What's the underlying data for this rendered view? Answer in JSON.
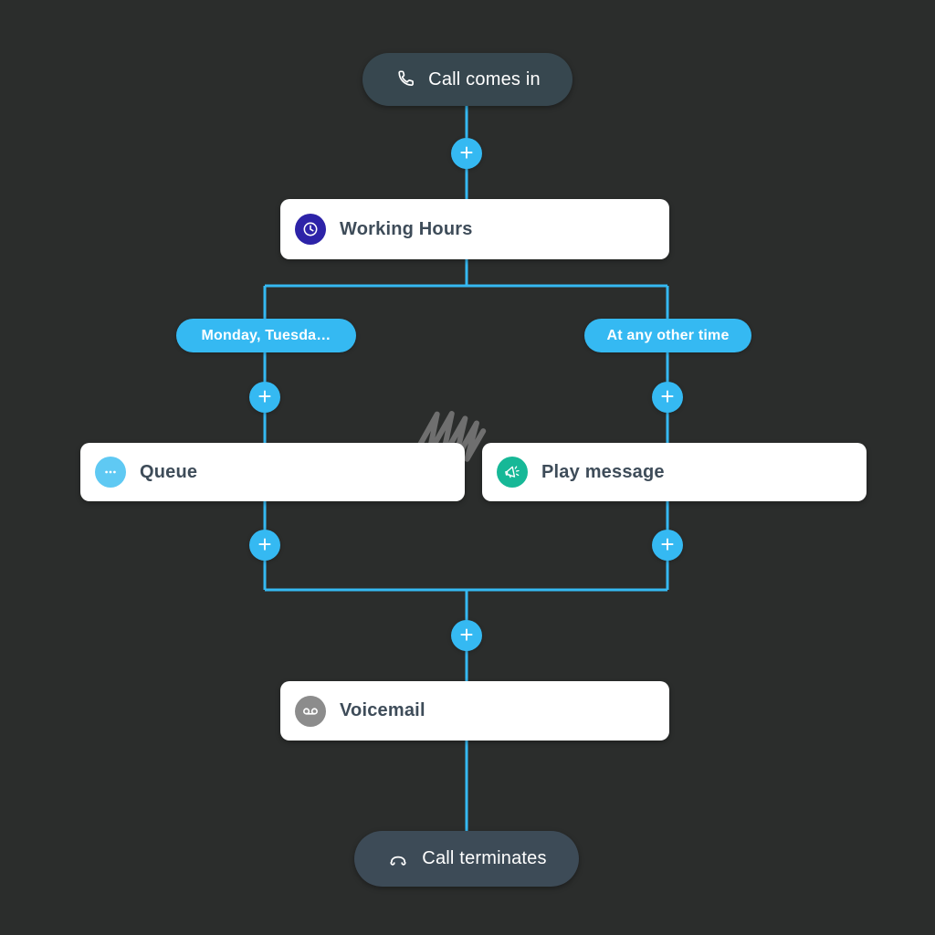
{
  "diagram": {
    "background_color": "#2b2d2c",
    "accent_color": "#35b9f2",
    "endpoint_pill_color": "#37474f",
    "terminate_pill_color": "#3d4b57",
    "card_text_color": "#3e4c59",
    "watermark": "scribble-mark"
  },
  "flow": {
    "start": {
      "label": "Call comes in",
      "icon": "incoming-call-icon"
    },
    "add_step": {
      "label": "+"
    },
    "working_hours": {
      "label": "Working Hours",
      "icon": "clock-icon",
      "icon_color": "#2d23a8"
    },
    "branch_left": {
      "label": "Monday, Tuesda…"
    },
    "branch_right": {
      "label": "At any other time"
    },
    "queue": {
      "label": "Queue",
      "icon": "ellipsis-icon",
      "icon_color": "#5fc9f3"
    },
    "play_message": {
      "label": "Play message",
      "icon": "megaphone-icon",
      "icon_color": "#17b897"
    },
    "voicemail": {
      "label": "Voicemail",
      "icon": "voicemail-icon",
      "icon_color": "#8c8c8c"
    },
    "end": {
      "label": "Call terminates",
      "icon": "hangup-call-icon"
    }
  }
}
